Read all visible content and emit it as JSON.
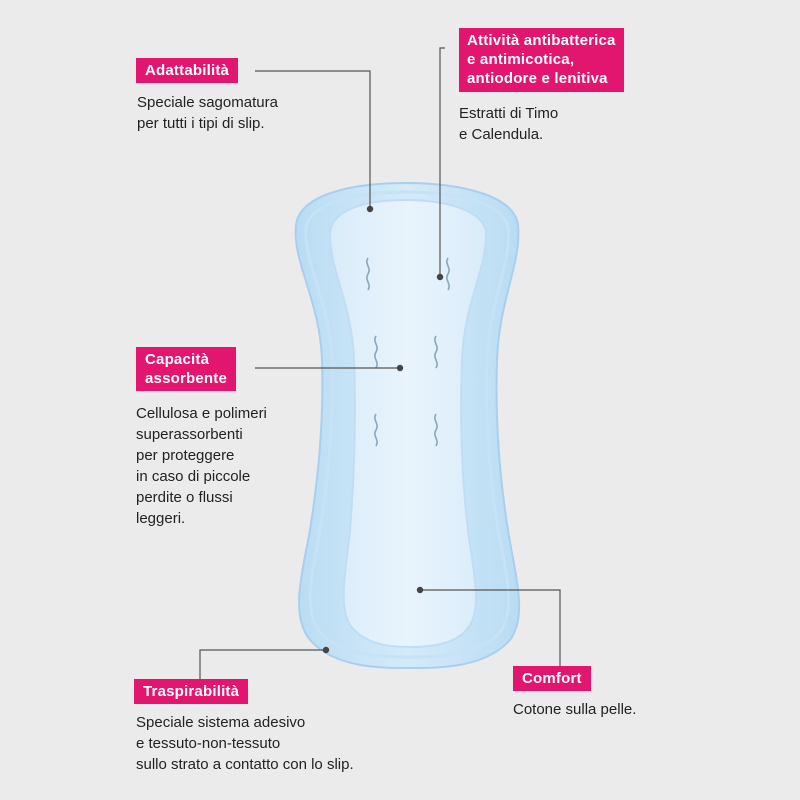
{
  "features": {
    "adattabilita": {
      "label": "Adattabilità",
      "desc": "Speciale sagomatura\nper tutti i tipi di slip."
    },
    "antibatterica": {
      "label": "Attività antibatterica\ne antimicotica,\nantiodore e lenitiva",
      "desc": "Estratti di Timo\ne Calendula."
    },
    "capacita": {
      "label": "Capacità\nassorbente",
      "desc": "Cellulosa e polimeri\nsuperassorbenti\nper proteggere\nin caso di piccole\nperdite o flussi\nleggeri."
    },
    "traspirabilita": {
      "label": "Traspirabilità",
      "desc": "Speciale sistema adesivo\ne tessuto-non-tessuto\nsullo strato a contatto con lo slip."
    },
    "comfort": {
      "label": "Comfort",
      "desc": "Cotone sulla pelle."
    }
  },
  "colors": {
    "accent": "#e2166f",
    "pad_outer": "#c9e3f5",
    "pad_inner": "#ddeefa",
    "background": "#ebebec"
  }
}
